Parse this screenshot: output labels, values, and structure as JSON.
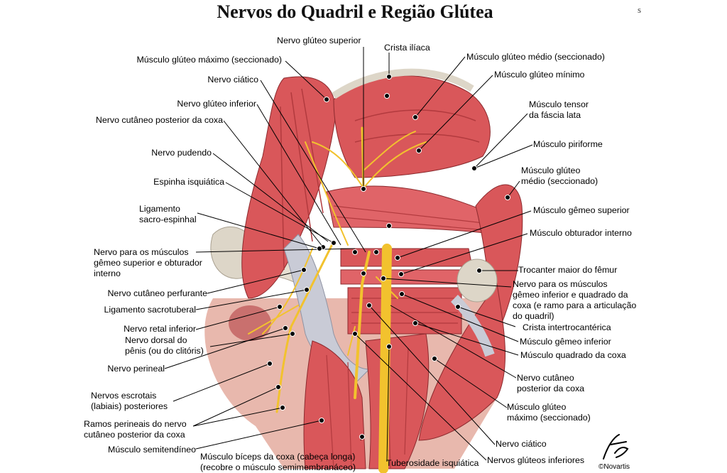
{
  "title": "Nervos do Quadril e Região Glútea",
  "corner_mark": "s",
  "credit": "©Novartis",
  "labels_left": [
    "Músculo glúteo máximo (seccionado)",
    "Nervo ciático",
    "Nervo glúteo inferior",
    "Nervo cutâneo posterior da coxa",
    "Nervo pudendo",
    "Espinha isquiática",
    "Ligamento\nsacro-espinhal",
    "Nervo para os músculos\ngêmeo superior e obturador\ninterno",
    "Nervo cutâneo perfurante",
    "Ligamento sacrotuberal",
    "Nervo retal inferior",
    "Nervo dorsal do\npênis (ou do clitóris)",
    "Nervo perineal",
    "Nervos escrotais\n(labiais) posteriores",
    "Ramos perineais do nervo\ncutâneo posterior da coxa",
    "Músculo semitendíneo"
  ],
  "labels_top": [
    "Nervo glúteo superior",
    "Crista ilíaca"
  ],
  "labels_right": [
    "Músculo glúteo médio (seccionado)",
    "Músculo glúteo mínimo",
    "Músculo tensor\nda fáscia lata",
    "Músculo piriforme",
    "Músculo glúteo\nmédio (seccionado)",
    "Músculo gêmeo superior",
    "Músculo obturador interno",
    "Trocanter maior do fêmur",
    "Nervo para os músculos\ngêmeo inferior e quadrado da\ncoxa (e ramo para a articulação\ndo quadril)",
    "Crista intertrocantérica",
    "Músculo gêmeo inferior",
    "Músculo quadrado da coxa",
    "Nervo cutâneo\nposterior da coxa",
    "Músculo glúteo\nmáximo (seccionado)",
    "Nervo ciático",
    "Nervos glúteos inferiores"
  ],
  "labels_bottom": [
    "Músculo bíceps da coxa (cabeça longa)\n(recobre o músculo semimembranáceo)",
    "Tuberosidade isquiática"
  ],
  "colors": {
    "muscle": "#d9575a",
    "muscle_dark": "#b23a3e",
    "muscle_light": "#ec9a92",
    "ligament": "#c9cbd6",
    "bone": "#ddd6c8",
    "nerve": "#f2c22e",
    "leader": "#000000"
  }
}
